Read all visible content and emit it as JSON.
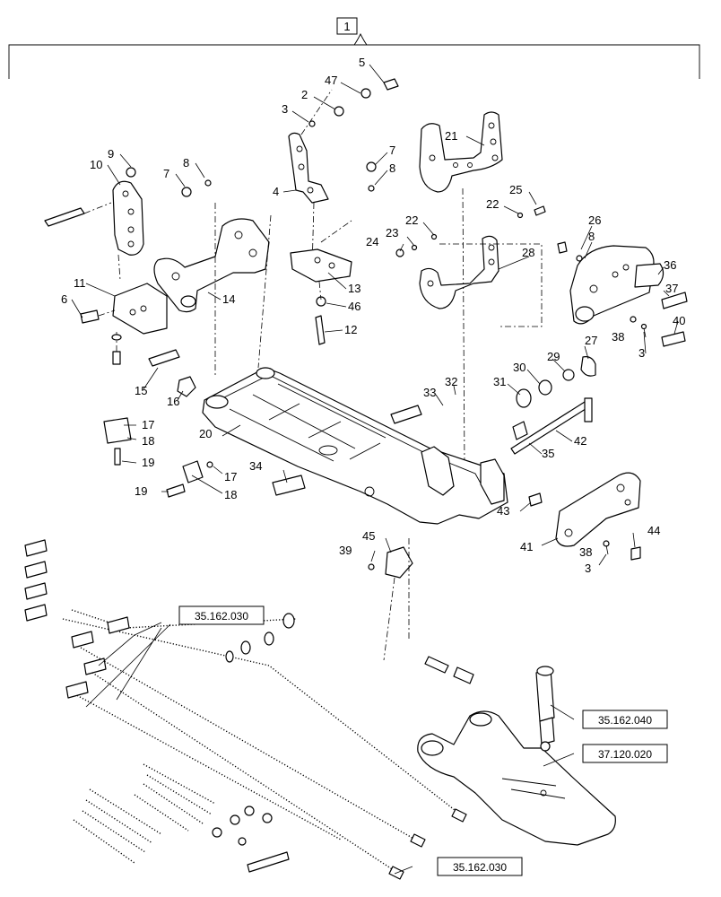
{
  "assembly_label": "1",
  "callouts": [
    "5",
    "47",
    "2",
    "3",
    "4",
    "21",
    "9",
    "10",
    "7",
    "8",
    "7",
    "8",
    "22",
    "25",
    "22",
    "23",
    "24",
    "26",
    "8",
    "28",
    "36",
    "11",
    "6",
    "14",
    "13",
    "46",
    "12",
    "37",
    "38",
    "40",
    "3",
    "15",
    "16",
    "27",
    "29",
    "30",
    "31",
    "32",
    "33",
    "17",
    "18",
    "19",
    "20",
    "34",
    "17",
    "18",
    "19",
    "35",
    "42",
    "43",
    "41",
    "38",
    "44",
    "3",
    "39",
    "45"
  ],
  "references": [
    "35.162.030",
    "35.162.040",
    "37.120.020",
    "35.162.030"
  ]
}
